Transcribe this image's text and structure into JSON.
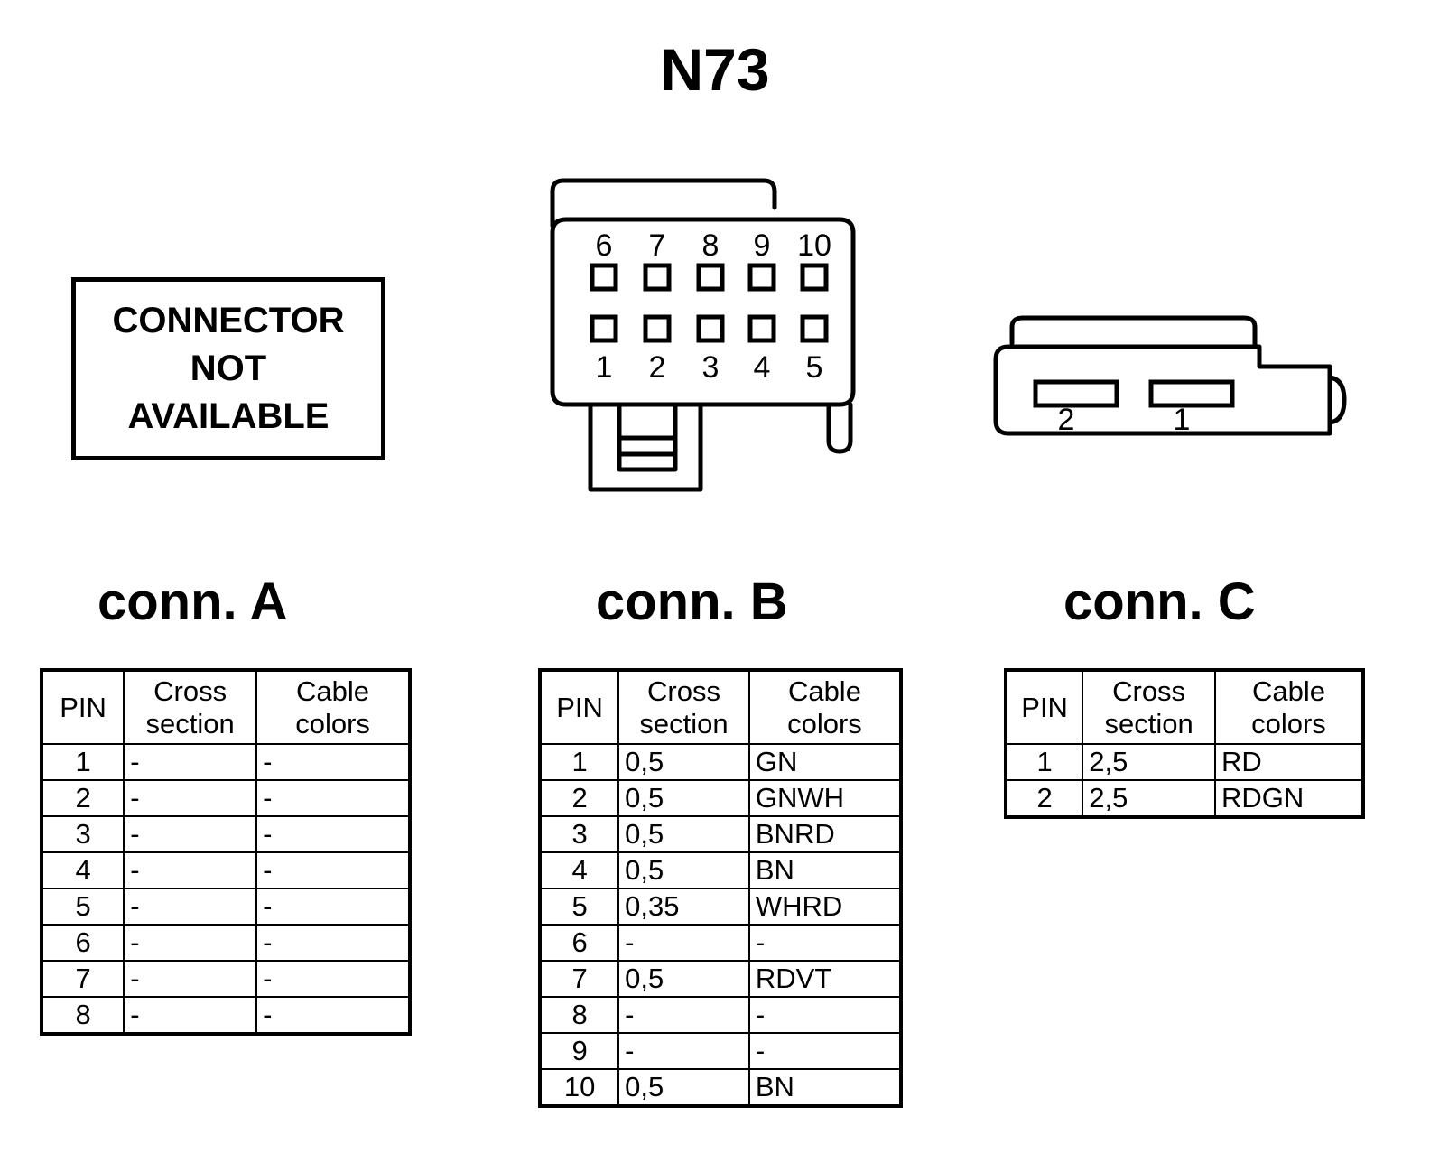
{
  "title": "N73",
  "placeholder": {
    "line1": "CONNECTOR",
    "line2": "NOT",
    "line3": "AVAILABLE"
  },
  "connector_b_drawing": {
    "top_row_labels": [
      "6",
      "7",
      "8",
      "9",
      "10"
    ],
    "bottom_row_labels": [
      "1",
      "2",
      "3",
      "4",
      "5"
    ]
  },
  "connector_c_drawing": {
    "slot_labels": [
      "2",
      "1"
    ]
  },
  "headings": {
    "a": "conn. A",
    "b": "conn. B",
    "c": "conn. C"
  },
  "table_headers": {
    "pin": "PIN",
    "cross_1": "Cross",
    "cross_2": "section",
    "cable_1": "Cable",
    "cable_2": "colors"
  },
  "connector_a_rows": [
    {
      "pin": "1",
      "cross_section": "-",
      "cable_colors": "-"
    },
    {
      "pin": "2",
      "cross_section": "-",
      "cable_colors": "-"
    },
    {
      "pin": "3",
      "cross_section": "-",
      "cable_colors": "-"
    },
    {
      "pin": "4",
      "cross_section": "-",
      "cable_colors": "-"
    },
    {
      "pin": "5",
      "cross_section": "-",
      "cable_colors": "-"
    },
    {
      "pin": "6",
      "cross_section": "-",
      "cable_colors": "-"
    },
    {
      "pin": "7",
      "cross_section": "-",
      "cable_colors": "-"
    },
    {
      "pin": "8",
      "cross_section": "-",
      "cable_colors": "-"
    }
  ],
  "connector_b_rows": [
    {
      "pin": "1",
      "cross_section": "0,5",
      "cable_colors": "GN"
    },
    {
      "pin": "2",
      "cross_section": "0,5",
      "cable_colors": "GNWH"
    },
    {
      "pin": "3",
      "cross_section": "0,5",
      "cable_colors": "BNRD"
    },
    {
      "pin": "4",
      "cross_section": "0,5",
      "cable_colors": "BN"
    },
    {
      "pin": "5",
      "cross_section": "0,35",
      "cable_colors": "WHRD"
    },
    {
      "pin": "6",
      "cross_section": "-",
      "cable_colors": "-"
    },
    {
      "pin": "7",
      "cross_section": "0,5",
      "cable_colors": "RDVT"
    },
    {
      "pin": "8",
      "cross_section": "-",
      "cable_colors": "-"
    },
    {
      "pin": "9",
      "cross_section": "-",
      "cable_colors": "-"
    },
    {
      "pin": "10",
      "cross_section": "0,5",
      "cable_colors": "BN"
    }
  ],
  "connector_c_rows": [
    {
      "pin": "1",
      "cross_section": "2,5",
      "cable_colors": "RD"
    },
    {
      "pin": "2",
      "cross_section": "2,5",
      "cable_colors": "RDGN"
    }
  ],
  "colors": {
    "line": "#000000",
    "background": "#ffffff"
  }
}
